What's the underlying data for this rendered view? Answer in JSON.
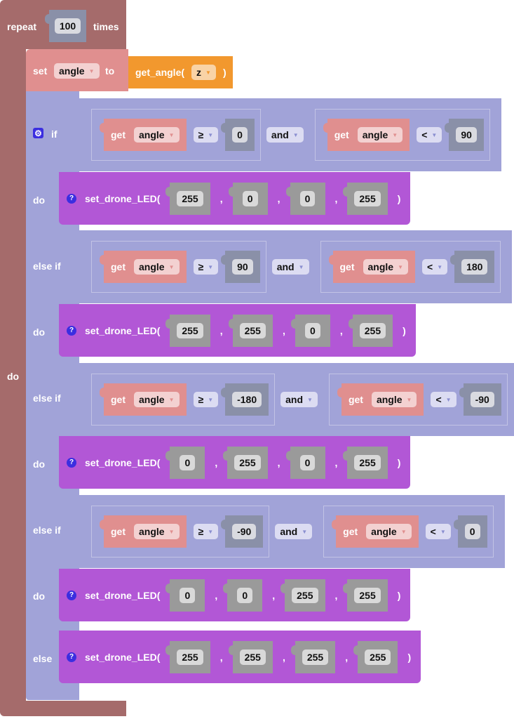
{
  "repeat": {
    "label": "repeat",
    "count": "100",
    "times": "times",
    "do": "do"
  },
  "set": {
    "label": "set",
    "var": "angle",
    "to": "to",
    "func": "get_angle(",
    "arg": "z",
    "close": ")"
  },
  "if_labels": [
    "if",
    "else if",
    "else if",
    "else if"
  ],
  "do_label": "do",
  "else_label": "else",
  "conditions": [
    {
      "left": {
        "get": "get",
        "var": "angle",
        "op": "≥",
        "value": "0"
      },
      "logic": "and",
      "right": {
        "get": "get",
        "var": "angle",
        "op": "<",
        "value": "90"
      }
    },
    {
      "left": {
        "get": "get",
        "var": "angle",
        "op": "≥",
        "value": "90"
      },
      "logic": "and",
      "right": {
        "get": "get",
        "var": "angle",
        "op": "<",
        "value": "180"
      }
    },
    {
      "left": {
        "get": "get",
        "var": "angle",
        "op": "≥",
        "value": "-180"
      },
      "logic": "and",
      "right": {
        "get": "get",
        "var": "angle",
        "op": "<",
        "value": "-90"
      }
    },
    {
      "left": {
        "get": "get",
        "var": "angle",
        "op": "≥",
        "value": "-90"
      },
      "logic": "and",
      "right": {
        "get": "get",
        "var": "angle",
        "op": "<",
        "value": "0"
      }
    }
  ],
  "led_calls": [
    {
      "func": "set_drone_LED(",
      "args": [
        "255",
        "0",
        "0",
        "255"
      ],
      "close": ")"
    },
    {
      "func": "set_drone_LED(",
      "args": [
        "255",
        "255",
        "0",
        "255"
      ],
      "close": ")"
    },
    {
      "func": "set_drone_LED(",
      "args": [
        "0",
        "255",
        "0",
        "255"
      ],
      "close": ")"
    },
    {
      "func": "set_drone_LED(",
      "args": [
        "0",
        "0",
        "255",
        "255"
      ],
      "close": ")"
    },
    {
      "func": "set_drone_LED(",
      "args": [
        "255",
        "255",
        "255",
        "255"
      ],
      "close": ")"
    }
  ],
  "comma": ",",
  "help_icon": "?",
  "colors": {
    "repeat": "#a56b6b",
    "variable": "#e08f8f",
    "function": "#f2982e",
    "logic": "#a1a3d8",
    "procedure": "#b257d6",
    "number": "#8a90a8"
  }
}
